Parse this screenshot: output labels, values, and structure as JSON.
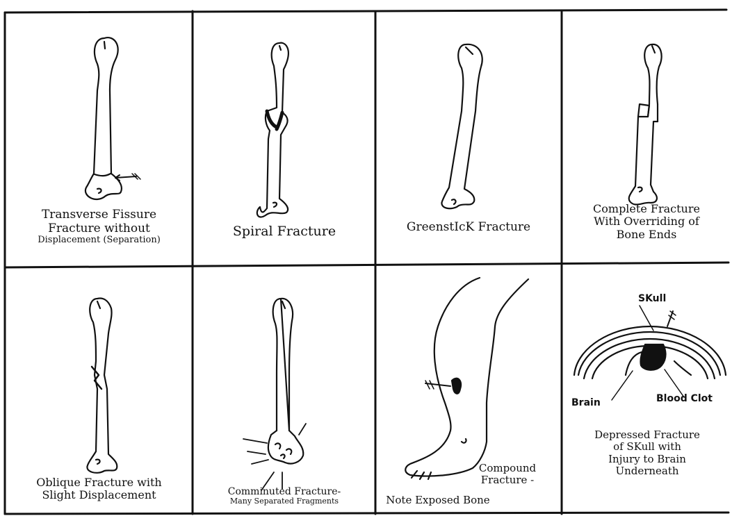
{
  "panels": [
    {
      "id": "transverse",
      "caption": [
        "Transverse Fissure",
        "Fracture without",
        "Displacement (Separation)"
      ]
    },
    {
      "id": "spiral",
      "caption": [
        "Spiral Fracture"
      ]
    },
    {
      "id": "greenstick",
      "caption": [
        "GreenstIcK Fracture"
      ]
    },
    {
      "id": "complete",
      "caption": [
        "Complete Fracture",
        "With Overriding of",
        "Bone Ends"
      ]
    },
    {
      "id": "oblique",
      "caption": [
        "Oblique Fracture with",
        "Slight Displacement"
      ]
    },
    {
      "id": "comminuted",
      "caption": [
        "Comminuted Fracture-",
        "Many Separated Fragments"
      ]
    },
    {
      "id": "compound",
      "caption": [
        "Compound",
        "Fracture -",
        "Note Exposed Bone"
      ]
    },
    {
      "id": "depressed",
      "caption": [
        "Depressed Fracture",
        "of SKull with",
        "Injury to Brain",
        "Underneath"
      ],
      "labels": {
        "skull": "SKull",
        "brain": "Brain",
        "clot": "Blood Clot"
      }
    }
  ]
}
